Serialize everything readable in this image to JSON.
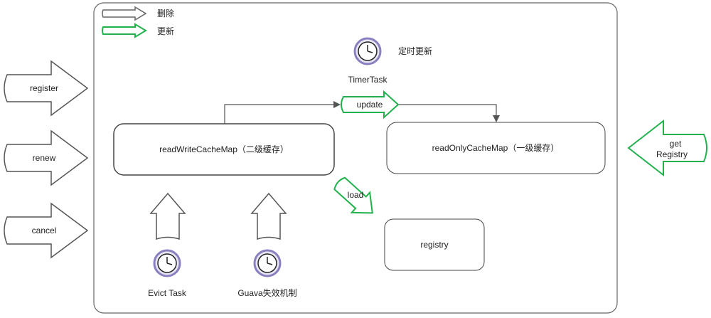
{
  "legend": {
    "delete_label": "删除",
    "update_label": "更新"
  },
  "timer": {
    "label": "TimerTask",
    "caption": "定时更新"
  },
  "boxes": {
    "read_write_cache": "readWriteCacheMap（二级缓存）",
    "read_only_cache": "readOnlyCacheMap（一级缓存）",
    "registry": "registry"
  },
  "flows": {
    "update": "update",
    "load": "load"
  },
  "inputs": {
    "register": "register",
    "renew": "renew",
    "cancel": "cancel"
  },
  "get_registry": {
    "line1": "get",
    "line2": "Registry"
  },
  "evict_task": "Evict Task",
  "guava": "Guava失效机制",
  "colors": {
    "green": "#22b14c",
    "outline": "#555555",
    "clock_ring": "#8b7fc0",
    "clock_fill": "#e9e6f4"
  }
}
